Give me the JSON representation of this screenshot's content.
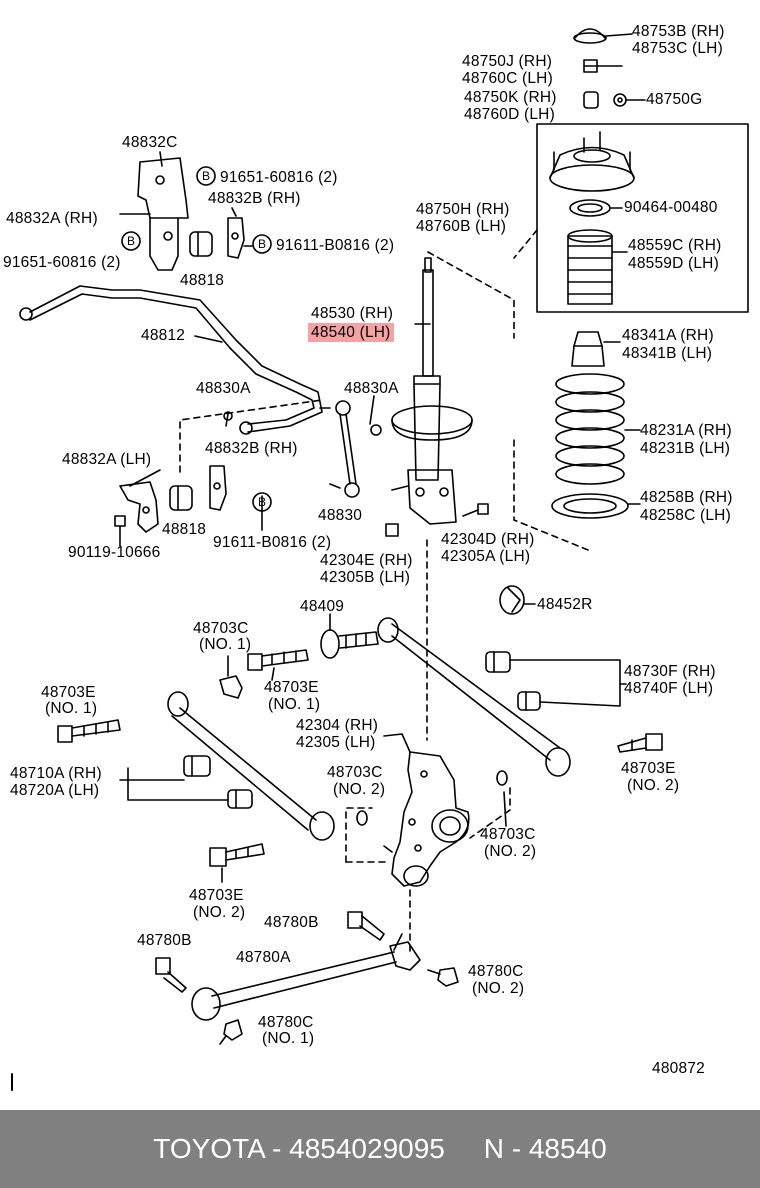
{
  "callouts": {
    "p48753": "48753B (RH)",
    "p48753b": "48753C (LH)",
    "p48750j": "48750J (RH)",
    "p48760c": "48760C (LH)",
    "p48750k": "48750K (RH)",
    "p48760d": "48760D (LH)",
    "p48750g": "48750G",
    "p48832c": "48832C",
    "p91651a": "91651-60816 (2)",
    "p48832b_top": "48832B (RH)",
    "p48832a_rh": "48832A (RH)",
    "p91611_top": "91611-B0816 (2)",
    "p91651b": "91651-60816 (2)",
    "p48818_top": "48818",
    "p48750h": "48750H (RH)",
    "p48760b": "48760B (LH)",
    "p90464": "90464-00480",
    "p48559c": "48559C (RH)",
    "p48559d": "48559D (LH)",
    "p48530": "48530 (RH)",
    "p48540": "48540 (LH)",
    "p48812": "48812",
    "p48341a": "48341A (RH)",
    "p48341b": "48341B (LH)",
    "p48830a_l": "48830A",
    "p48830a_r": "48830A",
    "p48832a_lh": "48832A (LH)",
    "p48832b_mid": "48832B (RH)",
    "p48231a": "48231A (RH)",
    "p48231b": "48231B (LH)",
    "p48258b": "48258B (RH)",
    "p48258c": "48258C (LH)",
    "p48830": "48830",
    "p48818_mid": "48818",
    "p90119": "90119-10666",
    "p91611_mid": "91611-B0816 (2)",
    "p42304d": "42304D (RH)",
    "p42305a": "42305A (LH)",
    "p42304e": "42304E (RH)",
    "p42305b": "42305B (LH)",
    "p48409": "48409",
    "p48452r": "48452R",
    "p48703c_1": "48703C",
    "p48703c_1n": "(NO. 1)",
    "p48730f": "48730F (RH)",
    "p48740f": "48740F (LH)",
    "p48703e_a": "48703E",
    "p48703e_an": "(NO. 1)",
    "p48703e_b": "48703E",
    "p48703e_bn": "(NO. 1)",
    "p42304": "42304 (RH)",
    "p42305": "42305 (LH)",
    "p48710a": "48710A (RH)",
    "p48720a": "48720A (LH)",
    "p48703c_2": "48703C",
    "p48703c_2n": "(NO. 2)",
    "p48703e_c": "48703E",
    "p48703e_cn": "(NO. 2)",
    "p48703c_3": "48703C",
    "p48703c_3n": "(NO. 2)",
    "p48703e_d": "48703E",
    "p48703e_dn": "(NO. 2)",
    "p48780b_a": "48780B",
    "p48780b_b": "48780B",
    "p48780a": "48780A",
    "p48780c_a": "48780C",
    "p48780c_an": "(NO. 2)",
    "p48780c_b": "48780C",
    "p48780c_bn": "(NO. 1)",
    "diagram_no": "480872"
  },
  "markers": {
    "b": "B"
  },
  "footer": {
    "text": "TOYOTA - 4854029095     N - 48540"
  },
  "colors": {
    "highlight": "#f4a2a2",
    "footer_bg": "#808080",
    "footer_text": "#ffffff",
    "line": "#000000"
  }
}
